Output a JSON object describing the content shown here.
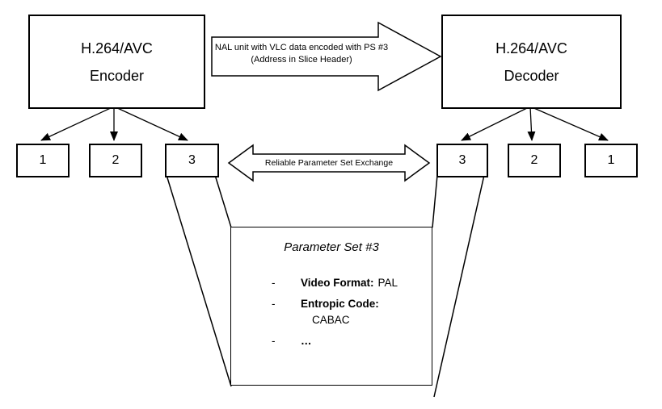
{
  "encoder": {
    "line1": "H.264/AVC",
    "line2": "Encoder"
  },
  "decoder": {
    "line1": "H.264/AVC",
    "line2": "Decoder"
  },
  "nal_arrow": {
    "line1": "NAL unit with VLC data encoded with PS #3",
    "line2": "(Address in Slice Header)"
  },
  "exchange_arrow": {
    "label": "Reliable Parameter Set Exchange"
  },
  "encoder_sets": [
    "1",
    "2",
    "3"
  ],
  "decoder_sets": [
    "3",
    "2",
    "1"
  ],
  "parameter_box": {
    "title": "Parameter Set #3",
    "items": [
      {
        "bullet": "-",
        "label": "Video Format:",
        "value": "PAL"
      },
      {
        "bullet": "-",
        "label": "Entropic Code:",
        "value": "CABAC"
      },
      {
        "bullet": "-",
        "label": "…",
        "value": ""
      }
    ]
  },
  "colors": {
    "line": "#000000",
    "background": "#ffffff"
  }
}
